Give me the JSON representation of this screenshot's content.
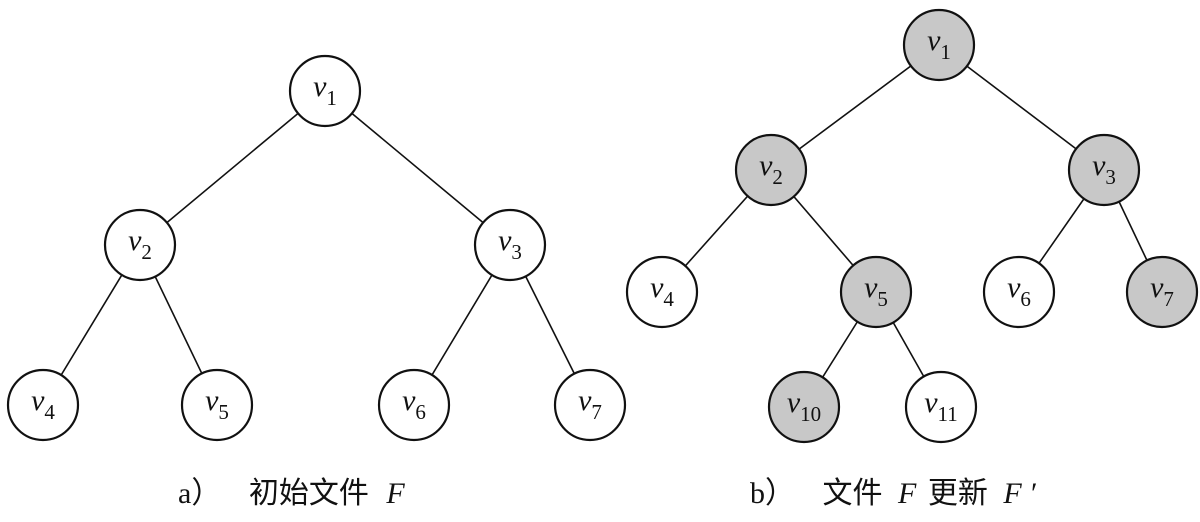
{
  "colors": {
    "unchanged_fill": "#ffffff",
    "updated_fill": "#c8c8c8",
    "stroke": "#111111"
  },
  "trees": [
    {
      "id": "a",
      "caption": {
        "prefix": "a）",
        "text": "初始文件",
        "var": "F",
        "suffix": ""
      },
      "nodes": [
        {
          "id": "a1",
          "base": "v",
          "sub": "1",
          "updated": false
        },
        {
          "id": "a2",
          "base": "v",
          "sub": "2",
          "updated": false
        },
        {
          "id": "a3",
          "base": "v",
          "sub": "3",
          "updated": false
        },
        {
          "id": "a4",
          "base": "v",
          "sub": "4",
          "updated": false
        },
        {
          "id": "a5",
          "base": "v",
          "sub": "5",
          "updated": false
        },
        {
          "id": "a6",
          "base": "v",
          "sub": "6",
          "updated": false
        },
        {
          "id": "a7",
          "base": "v",
          "sub": "7",
          "updated": false
        }
      ],
      "edges": [
        [
          "a1",
          "a2"
        ],
        [
          "a1",
          "a3"
        ],
        [
          "a2",
          "a4"
        ],
        [
          "a2",
          "a5"
        ],
        [
          "a3",
          "a6"
        ],
        [
          "a3",
          "a7"
        ]
      ]
    },
    {
      "id": "b",
      "caption": {
        "prefix": "b）",
        "text": "文件",
        "var": "F",
        "mid": "更新",
        "var2": "F ′"
      },
      "nodes": [
        {
          "id": "b1",
          "base": "v",
          "sub": "1",
          "updated": true
        },
        {
          "id": "b2",
          "base": "v",
          "sub": "2",
          "updated": true
        },
        {
          "id": "b3",
          "base": "v",
          "sub": "3",
          "updated": true
        },
        {
          "id": "b4",
          "base": "v",
          "sub": "4",
          "updated": false
        },
        {
          "id": "b5",
          "base": "v",
          "sub": "5",
          "updated": true
        },
        {
          "id": "b6",
          "base": "v",
          "sub": "6",
          "updated": false
        },
        {
          "id": "b7",
          "base": "v",
          "sub": "7",
          "updated": true
        },
        {
          "id": "b10",
          "base": "v",
          "sub": "10",
          "updated": true
        },
        {
          "id": "b11",
          "base": "v",
          "sub": "11",
          "updated": false
        }
      ],
      "edges": [
        [
          "b1",
          "b2"
        ],
        [
          "b1",
          "b3"
        ],
        [
          "b2",
          "b4"
        ],
        [
          "b2",
          "b5"
        ],
        [
          "b3",
          "b6"
        ],
        [
          "b3",
          "b7"
        ],
        [
          "b5",
          "b10"
        ],
        [
          "b5",
          "b11"
        ]
      ]
    }
  ]
}
